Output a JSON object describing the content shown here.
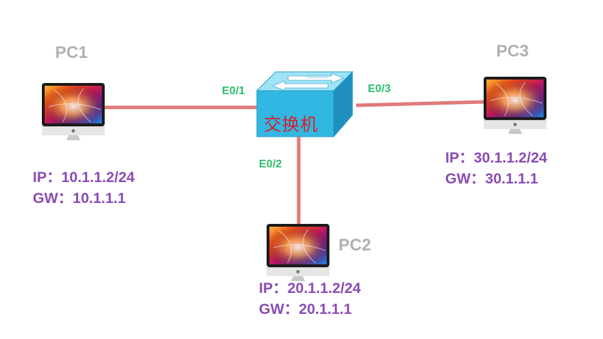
{
  "colors": {
    "link": "#e07a7a",
    "pc_label": "#b0b0b0",
    "port_label": "#2bbf6e",
    "address": "#8a4bb5",
    "switch_face": "#31b7e2",
    "switch_top": "#9fe3f7",
    "switch_text": "#d8202a"
  },
  "switch": {
    "label": "交换机",
    "icon": "network-switch-icon"
  },
  "ports": {
    "e01": "E0/1",
    "e02": "E0/2",
    "e03": "E0/3"
  },
  "pcs": [
    {
      "name": "PC1",
      "ip": "IP：10.1.1.2/24",
      "gw": "GW：10.1.1.1",
      "icon": "desktop-computer-icon"
    },
    {
      "name": "PC2",
      "ip": "IP：20.1.1.2/24",
      "gw": "GW：20.1.1.1",
      "icon": "desktop-computer-icon"
    },
    {
      "name": "PC3",
      "ip": "IP：30.1.1.2/24",
      "gw": "GW：30.1.1.1",
      "icon": "desktop-computer-icon"
    }
  ]
}
